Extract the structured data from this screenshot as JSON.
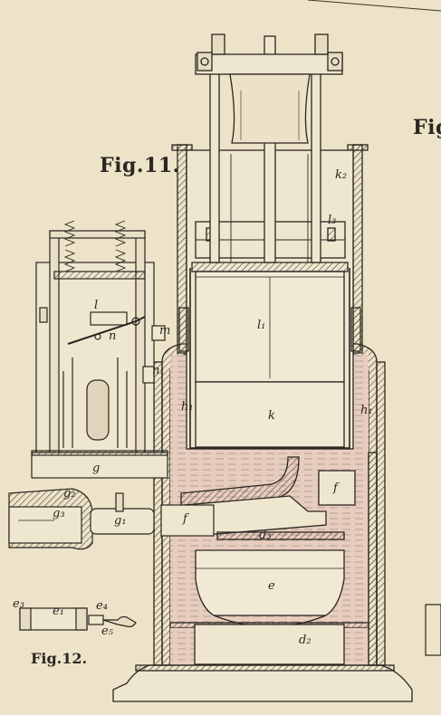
{
  "figures": {
    "fig11": "Fig.11.",
    "fig12": "Fig.12.",
    "fig_right": "Fig"
  },
  "labels": {
    "k2": "k₂",
    "l3": "l₃",
    "l1": "l₁",
    "k": "k",
    "h1": "h₁",
    "h1_right": "h₁",
    "f_right": "f",
    "f_left": "f",
    "d3": "d₃",
    "e": "e",
    "d2": "d₂",
    "l": "l",
    "n": "n",
    "m": "m",
    "n1": "n₁",
    "g": "g",
    "g2": "g₂",
    "g3": "g₃",
    "g1": "g₁",
    "e3": "e₃",
    "e1": "e₁",
    "e4": "e₄",
    "e5": "e₅"
  },
  "colors": {
    "paper": "#ede3c8",
    "ink": "#2a2620",
    "water_tint": "#e7c9bd"
  }
}
